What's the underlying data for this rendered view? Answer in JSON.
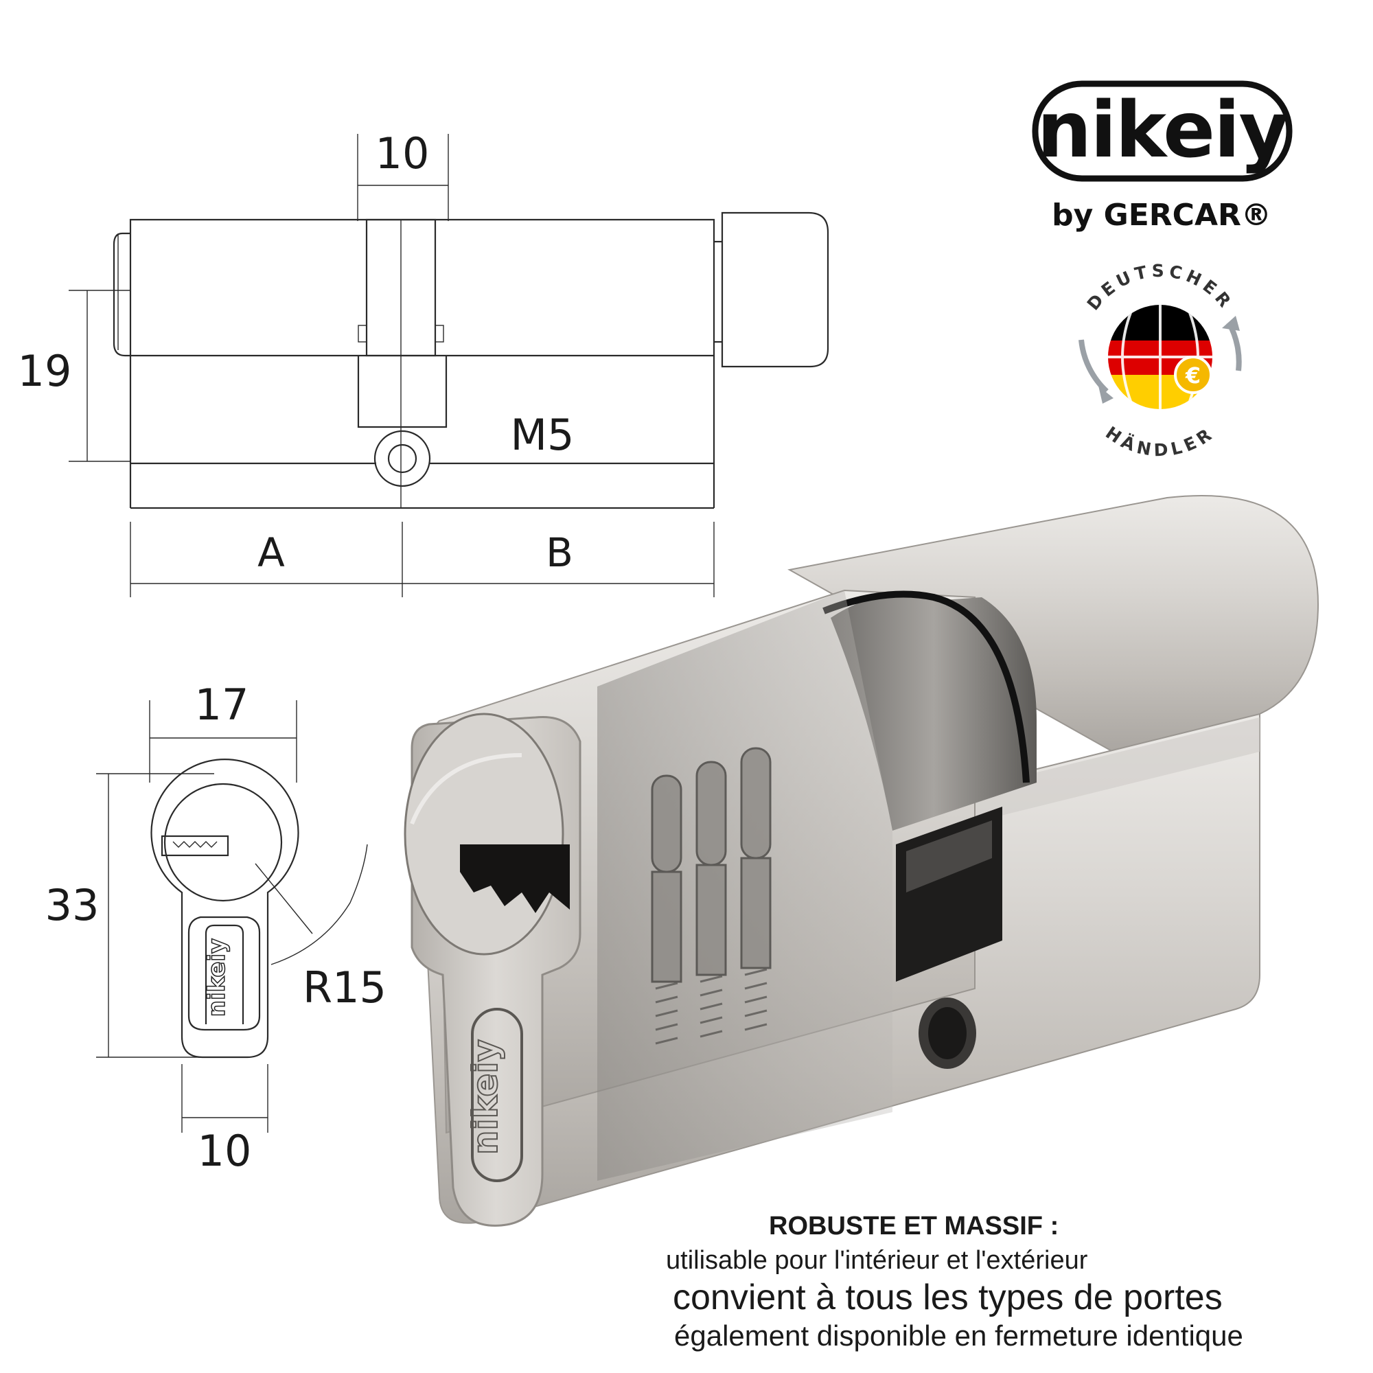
{
  "drawing": {
    "width_top": "10",
    "height": "19",
    "screw": "M5",
    "length_a": "A",
    "length_b": "B",
    "profile_width": "17",
    "profile_height": "33",
    "profile_radius": "R15",
    "profile_bottom": "10"
  },
  "brand": {
    "logo": "nikeiy",
    "by_line": "by GERCAR®",
    "badge_top": "DEUTSCHER",
    "badge_bottom": "HÄNDLER",
    "badge_colors": [
      "#000000",
      "#dd0000",
      "#ffce00"
    ],
    "engraving": "nikeiy"
  },
  "caption": {
    "line1": "ROBUSTE ET MASSIF :",
    "line2": "utilisable pour l'intérieur et l'extérieur",
    "line3": "convient à tous les types de portes",
    "line4": "également disponible en fermeture identique"
  }
}
